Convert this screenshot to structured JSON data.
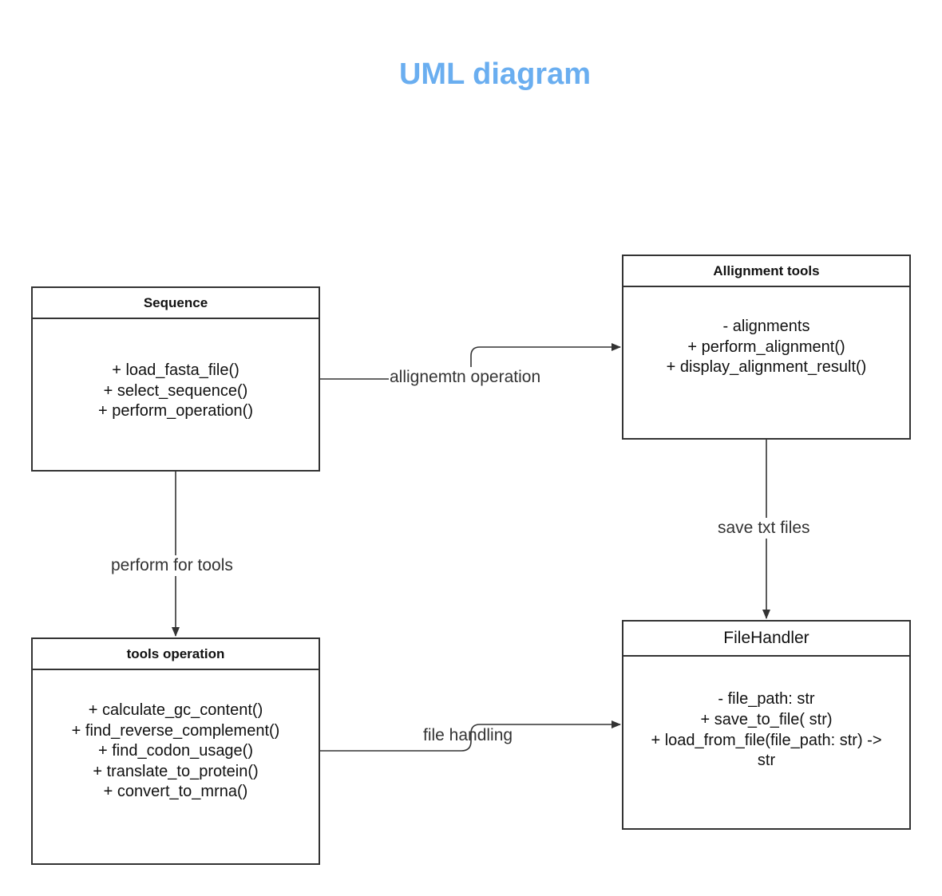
{
  "diagram": {
    "title": "UML diagram",
    "title_color": "#6aaef0",
    "line_color": "#333333",
    "classes": {
      "sequence": {
        "name": "Sequence",
        "members": [
          "+ load_fasta_file()",
          "+ select_sequence()",
          "+ perform_operation()"
        ]
      },
      "alignment_tools": {
        "name": "Allignment tools",
        "members": [
          "- alignments",
          "+ perform_alignment()",
          "+ display_alignment_result()"
        ]
      },
      "tools_operation": {
        "name": "tools operation",
        "members": [
          "+ calculate_gc_content()",
          "+ find_reverse_complement()",
          "+ find_codon_usage()",
          "+ translate_to_protein()",
          "+ convert_to_mrna()"
        ]
      },
      "file_handler": {
        "name": "FileHandler",
        "members": [
          "- file_path: str",
          "+ save_to_file( str)",
          "+ load_from_file(file_path: str) ->",
          "str"
        ]
      }
    },
    "edges": {
      "alignment_operation": "allignemtn operation",
      "perform_for_tools": "perform for tools",
      "save_txt_files": "save txt files",
      "file_handling": "file handling"
    }
  }
}
